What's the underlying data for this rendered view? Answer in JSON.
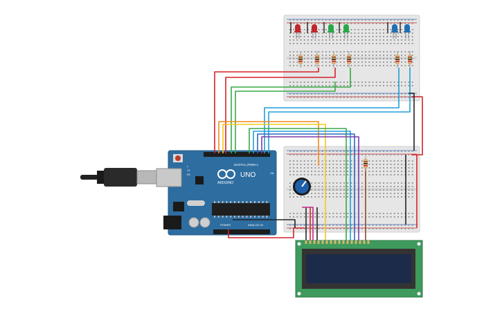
{
  "board": {
    "logo_text": "ARDUINO",
    "model_text": "UNO",
    "digital_label": "DIGITAL (PWM~)",
    "power_label": "POWER",
    "analog_label": "ANALOG IN",
    "aref_label": "AREF",
    "gnd_label": "GND",
    "tx_label": "TX",
    "rx_label": "RX",
    "on_label": "ON",
    "l_label": "L",
    "color": "#2e6da0"
  },
  "breadboard_top": {
    "leds": [
      {
        "color": "red",
        "hex": "#c0262b"
      },
      {
        "color": "red",
        "hex": "#c0262b"
      },
      {
        "color": "green",
        "hex": "#2aa748"
      },
      {
        "color": "green",
        "hex": "#2aa748"
      },
      {
        "color": "blue",
        "hex": "#1e6fb5"
      },
      {
        "color": "blue",
        "hex": "#1e6fb5"
      }
    ],
    "resistor_count": 6
  },
  "breadboard_bottom": {
    "has_potentiometer": true,
    "resistor_count": 1
  },
  "lcd": {
    "screen_color": "#1c2b4a",
    "pcb_color": "#3f9a5d",
    "pin_count": 16
  },
  "wire_colors": {
    "red": "#d4202a",
    "orange": "#f28b1c",
    "yellow": "#f2c81c",
    "green": "#36a846",
    "cyan": "#1f9fd8",
    "blue": "#2b67c4",
    "purple": "#7b3aa8",
    "black": "#222222",
    "brown": "#8b4a26",
    "magenta": "#c5268a"
  }
}
